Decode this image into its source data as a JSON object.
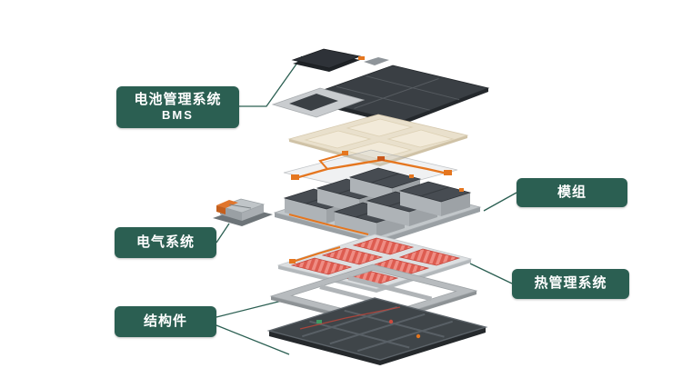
{
  "labels": {
    "bms": {
      "line1": "电池管理系统",
      "line2": "BMS"
    },
    "electrical": {
      "text": "电气系统"
    },
    "structural": {
      "text": "结构件"
    },
    "module": {
      "text": "模组"
    },
    "thermal": {
      "text": "热管理系统"
    }
  },
  "colors": {
    "label_background": "#2b5f52",
    "label_text": "#ffffff",
    "connector_line": "#2b5f52",
    "cover_dark": "#3a3f44",
    "foam_beige": "#e9e0cc",
    "harness_orange": "#e5761f",
    "cooling_red": "#dd5c50",
    "tray_dark": "#3f4549",
    "background": "#ffffff"
  },
  "parts": {
    "bms_unit": "bms-control-unit",
    "top_cover": "pack-top-cover",
    "service_lid": "maintenance-lid",
    "foam_layer": "insulation-foam-layer",
    "wiring_harness": "wiring-harness-layer",
    "battery_modules": "battery-module-layer",
    "cooling_plates": "thermal-management-layer",
    "frame": "structural-frame",
    "bottom_tray": "bottom-tray",
    "electrical_box": "electrical-system-unit"
  }
}
